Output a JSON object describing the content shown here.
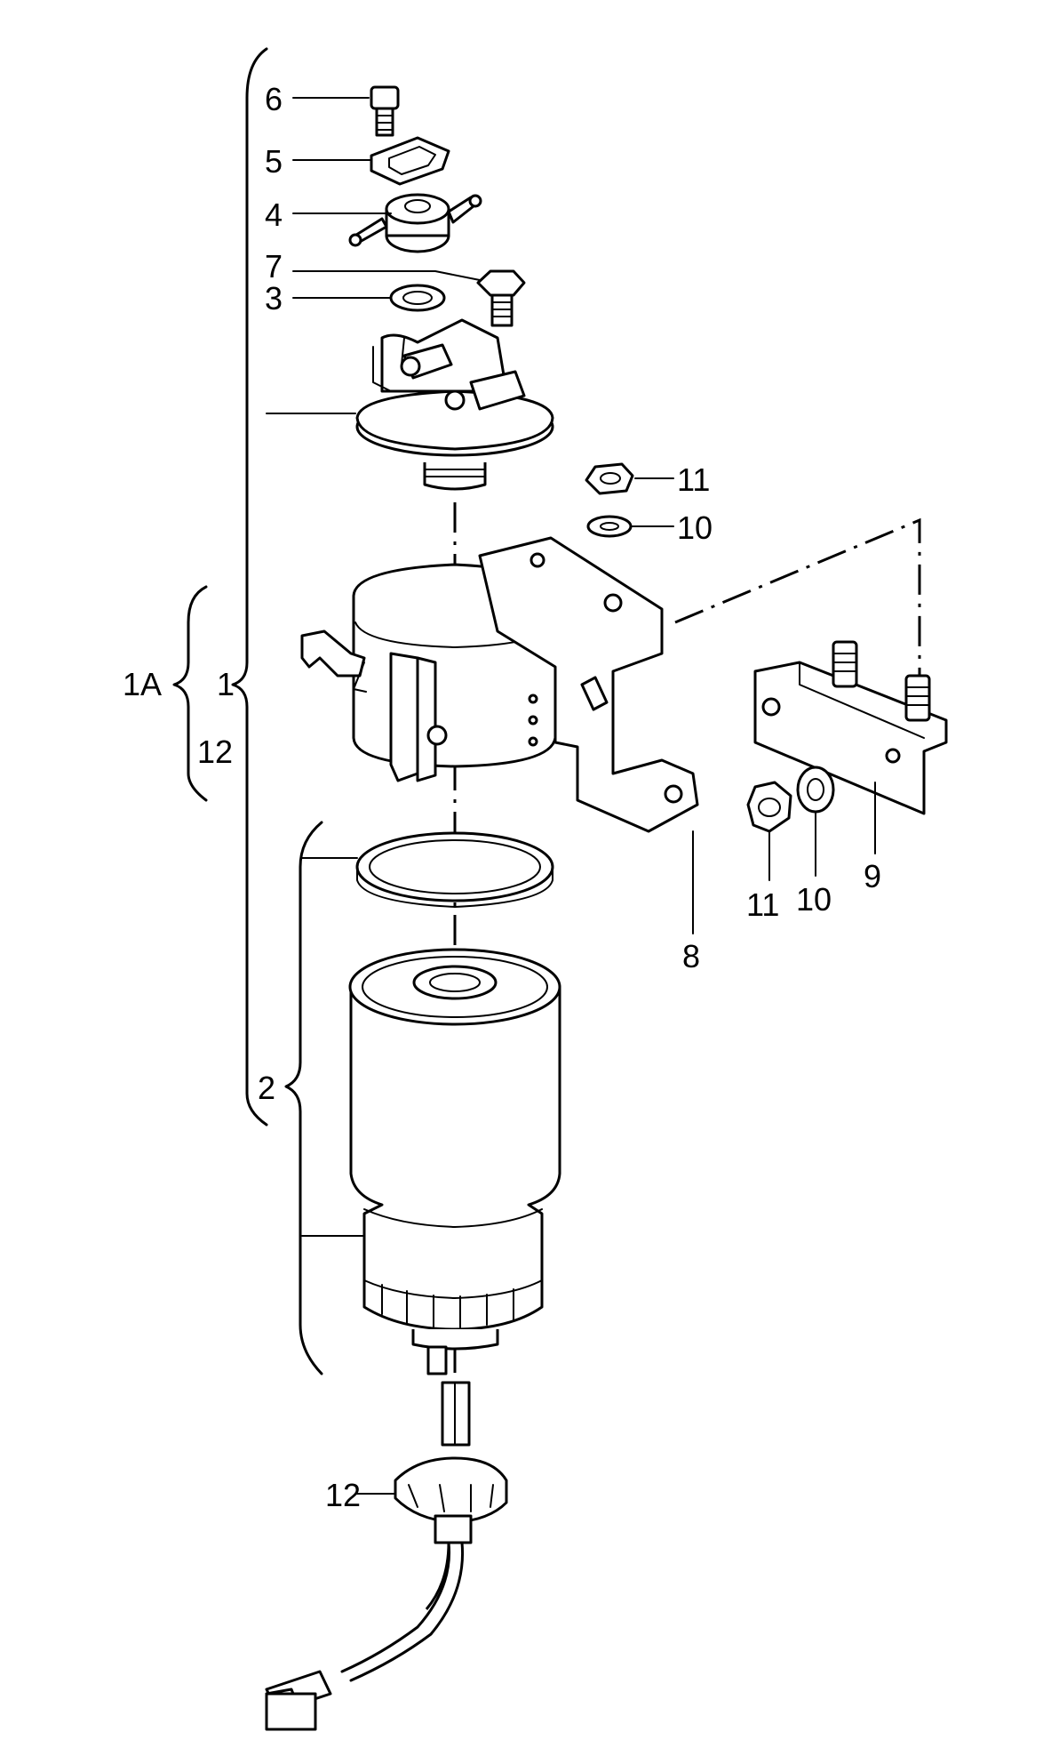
{
  "labels": {
    "l6": "6",
    "l5": "5",
    "l4": "4",
    "l7": "7",
    "l3": "3",
    "l11a": "11",
    "l10a": "10",
    "l1A": "1A",
    "l1": "1",
    "l12a": "12",
    "l8": "8",
    "l9": "9",
    "l11b": "11",
    "l10b": "10",
    "l2": "2",
    "l12b": "12"
  }
}
